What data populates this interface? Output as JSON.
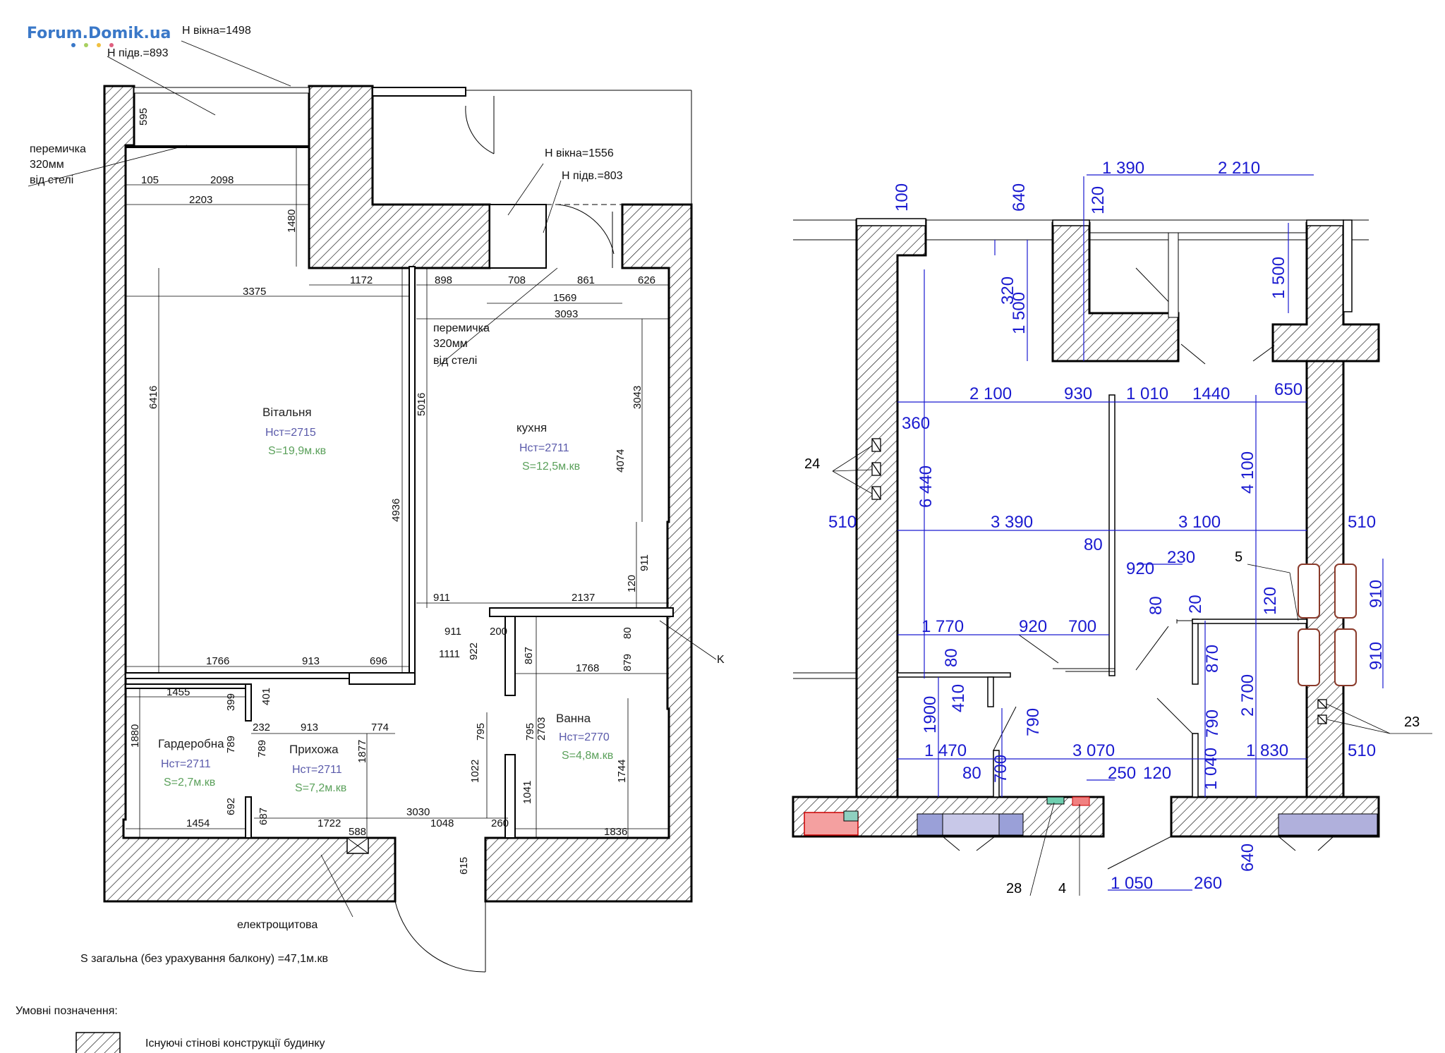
{
  "watermark": "Forum.Domik.ua",
  "left_plan": {
    "callouts": {
      "h_window_1": "H вікна=1498",
      "h_sill_1": "H підв.=893",
      "lintel_1": [
        "перемичка",
        "320мм",
        "від стелі"
      ],
      "h_window_2": "H вікна=1556",
      "h_sill_2": "H підв.=803",
      "lintel_2": [
        "перемичка",
        "320мм",
        "від стелі"
      ],
      "k_label": "K",
      "panel": "електрощитова"
    },
    "rooms": [
      {
        "name": "Вітальня",
        "height": "Hст=2715",
        "area": "S=19,9м.кв"
      },
      {
        "name": "кухня",
        "height": "Hст=2711",
        "area": "S=12,5м.кв"
      },
      {
        "name": "Ванна",
        "height": "Hст=2770",
        "area": "S=4,8м.кв"
      },
      {
        "name": "Гардеробна",
        "height": "Hст=2711",
        "area": "S=2,7м.кв"
      },
      {
        "name": "Прихожа",
        "height": "Hст=2711",
        "area": "S=7,2м.кв"
      }
    ],
    "dims": [
      "595",
      "105",
      "2098",
      "2203",
      "1480",
      "1172",
      "898",
      "708",
      "861",
      "626",
      "1569",
      "3093",
      "3375",
      "6416",
      "5016",
      "3043",
      "4074",
      "4936",
      "911",
      "2137",
      "120",
      "911",
      "911",
      "200",
      "922",
      "1111",
      "867",
      "1768",
      "879",
      "80",
      "1766",
      "913",
      "696",
      "1455",
      "399",
      "401",
      "1880",
      "232",
      "789",
      "789",
      "913",
      "774",
      "1877",
      "795",
      "795",
      "2703",
      "1744",
      "692",
      "687",
      "1722",
      "3030",
      "1048",
      "260",
      "1022",
      "1041",
      "1454",
      "588",
      "1836",
      "615"
    ],
    "total_area": "S загальна (без урахування балкону) =47,1м.кв"
  },
  "right_plan": {
    "dims": [
      "100",
      "640",
      "1 390",
      "2 210",
      "120",
      "320",
      "1 500",
      "1 500",
      "2 100",
      "930",
      "1 010",
      "1440",
      "650",
      "360",
      "6 440",
      "4 100",
      "510",
      "3 390",
      "3 100",
      "510",
      "80",
      "920",
      "230",
      "80",
      "20",
      "120",
      "910",
      "1 770",
      "920",
      "700",
      "870",
      "910",
      "80",
      "1900",
      "410",
      "790",
      "790",
      "2 700",
      "1 470",
      "3 070",
      "1 830",
      "510",
      "80",
      "700",
      "250",
      "120",
      "1 040",
      "1 050",
      "260",
      "640"
    ],
    "tags": [
      "24",
      "5",
      "23",
      "28",
      "4"
    ]
  },
  "legend": {
    "title": "Умовні позначення:",
    "item": "Існуючі стінові конструкції будинку"
  }
}
